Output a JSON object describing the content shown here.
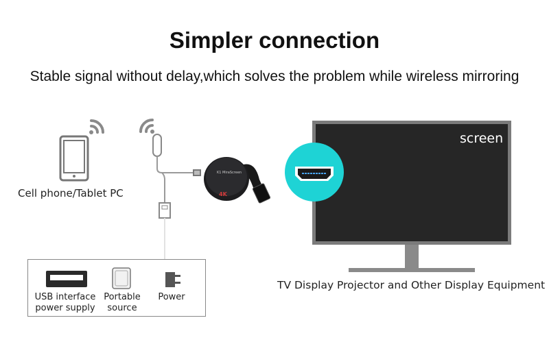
{
  "header": {
    "title": "Simpler connection",
    "subtitle": "Stable signal without delay,which solves the problem while wireless mirroring"
  },
  "source": {
    "label": "Cell phone/Tablet PC",
    "icon": "tablet-icon"
  },
  "power_options": [
    {
      "label": "USB interface\npower supply",
      "icon": "usb-port-icon"
    },
    {
      "label": "Portable\nsource",
      "icon": "power-bank-icon"
    },
    {
      "label": "Power",
      "icon": "power-adapter-icon"
    }
  ],
  "display": {
    "screen_text": "screen",
    "label": "TV Display Projector and Other Display Equipment",
    "icon": "hdmi-port-icon"
  },
  "colors": {
    "accent": "#1ed3d5",
    "screen": "#262626",
    "tv_frame": "#7b7b7b"
  }
}
